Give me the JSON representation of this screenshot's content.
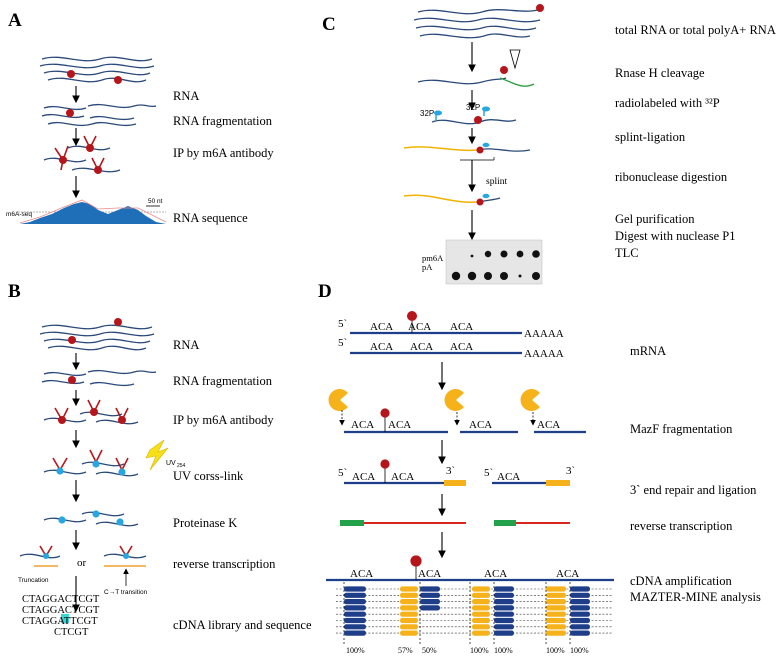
{
  "panels": {
    "A": {
      "letter": "A",
      "steps": [
        "RNA",
        "RNA fragmentation",
        "IP by m6A antibody",
        "RNA sequence"
      ],
      "track_label": "m6A-seq",
      "scale_label": "50 nt"
    },
    "B": {
      "letter": "B",
      "steps": [
        "RNA",
        "RNA fragmentation",
        "IP by m6A antibody",
        "UV corss-link",
        "Proteinase K",
        "reverse transcription",
        "cDNA library and sequence"
      ],
      "uv_label": "UV",
      "uv_sub": "254",
      "or_label": "or",
      "truncation_label": "Truncation",
      "transition_label": "C→T transition",
      "seq_lines": [
        "CTAGGACTCGT",
        "CTAGGACTCGT",
        "CTAGGATTCGT",
        "CTCGT"
      ]
    },
    "C": {
      "letter": "C",
      "steps": [
        "total RNA or total polyA+ RNA",
        "Rnase H cleavage",
        "radiolabeled with ³²P",
        "splint-ligation",
        "ribonuclease digestion",
        "Gel purification",
        "Digest with nuclease P1",
        "TLC"
      ],
      "p32_a": "32P",
      "p32_b": "32P",
      "splint_label": "splint",
      "tlc_pm6a": "pm6A",
      "tlc_pa": "pA"
    },
    "D": {
      "letter": "D",
      "steps": [
        "mRNA",
        "MazF fragmentation",
        "3` end repair and ligation",
        "reverse transcription",
        "cDNA amplification",
        "MAZTER-MINE analysis"
      ],
      "five_prime": "5`",
      "three_prime": "3`",
      "aca": "ACA",
      "polyA": "AAAAA",
      "percents": [
        "100%",
        "57%",
        "50%",
        "100%",
        "100%",
        "100%",
        "100%"
      ]
    }
  },
  "colors": {
    "m6a_dot": "#b5161b",
    "rna_line": "#2b4a7a",
    "mrna_strand": "#1f3e8a",
    "peak_fill": "#1e6fb8",
    "crosslink_dot": "#27a6e0",
    "splint_yellow": "#f1b300",
    "splint_green": "#2ea043",
    "mazf_yellow": "#f5b21b",
    "adapter_green": "#23a04a",
    "adapter_red": "#d9261c",
    "uv_bolt": "#f7e018",
    "highlight_cyan": "#3cd5d5"
  }
}
